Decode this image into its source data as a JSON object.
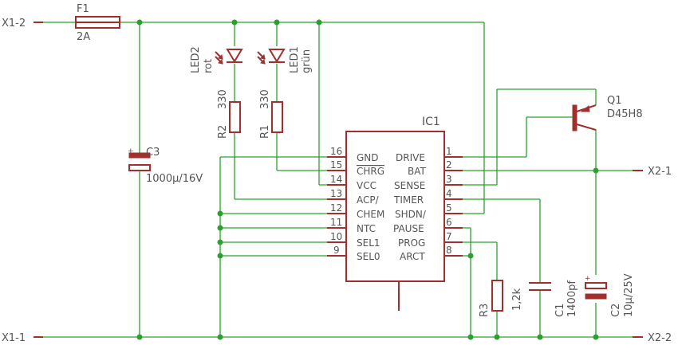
{
  "nets": {
    "x1_2": "X1-2",
    "x1_1": "X1-1",
    "x2_1": "X2-1",
    "x2_2": "X2-2"
  },
  "parts": {
    "f1": {
      "name": "F1",
      "value": "2A"
    },
    "c3": {
      "name": "C3",
      "value": "1000µ/16V"
    },
    "led2": {
      "name": "LED2",
      "value": "rot"
    },
    "led1": {
      "name": "LED1",
      "value": "grün"
    },
    "r2": {
      "name": "R2",
      "value": "330"
    },
    "r1": {
      "name": "R1",
      "value": "330"
    },
    "ic1": {
      "name": "IC1"
    },
    "q1": {
      "name": "Q1",
      "value": "D45H8"
    },
    "r3": {
      "name": "R3",
      "value": "1,2k"
    },
    "c1": {
      "name": "C1",
      "value": "1400pf"
    },
    "c2": {
      "name": "C2",
      "value": "10µ/25V"
    }
  },
  "ic1_pins_left": [
    {
      "num": "16",
      "name": "GND"
    },
    {
      "num": "15",
      "name": "CHRG"
    },
    {
      "num": "14",
      "name": "VCC"
    },
    {
      "num": "13",
      "name": "ACP/"
    },
    {
      "num": "12",
      "name": "CHEM"
    },
    {
      "num": "11",
      "name": "NTC"
    },
    {
      "num": "10",
      "name": "SEL1"
    },
    {
      "num": "9",
      "name": "SEL0"
    }
  ],
  "ic1_pins_right": [
    {
      "num": "1",
      "name": "DRIVE"
    },
    {
      "num": "2",
      "name": "BAT"
    },
    {
      "num": "3",
      "name": "SENSE"
    },
    {
      "num": "4",
      "name": "TIMER"
    },
    {
      "num": "5",
      "name": "SHDN/"
    },
    {
      "num": "6",
      "name": "PAUSE"
    },
    {
      "num": "7",
      "name": "PROG"
    },
    {
      "num": "8",
      "name": "ARCT"
    }
  ],
  "colors": {
    "wire": "#2ca02c",
    "component": "#a0302e",
    "text": "#555555",
    "background": "#ffffff"
  }
}
